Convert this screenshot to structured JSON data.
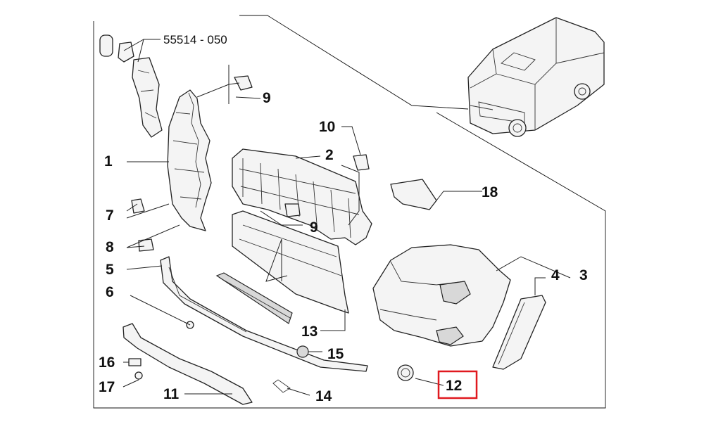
{
  "part_number": "55514 - 050",
  "labels": {
    "l1": "1",
    "l2": "2",
    "l3": "3",
    "l4": "4",
    "l5": "5",
    "l6": "6",
    "l7": "7",
    "l8": "8",
    "l9a": "9",
    "l9b": "9",
    "l10": "10",
    "l11": "11",
    "l12": "12",
    "l13": "13",
    "l14": "14",
    "l15": "15",
    "l16": "16",
    "l17": "17",
    "l18": "18"
  },
  "highlight": {
    "label": "12",
    "color": "#e0191f"
  }
}
